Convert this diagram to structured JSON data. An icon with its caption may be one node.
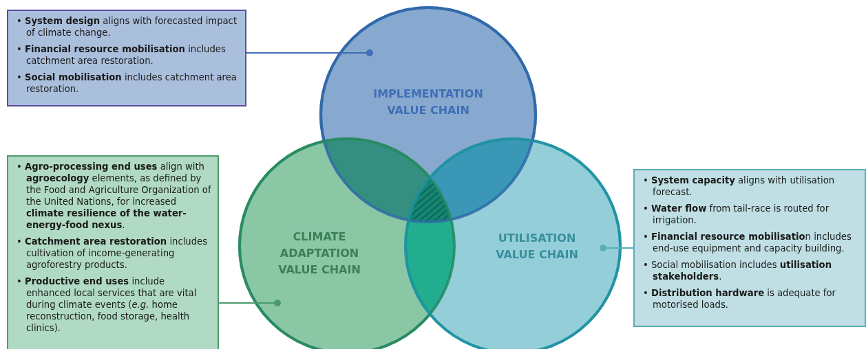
{
  "diagram": {
    "nodes": [
      {
        "text": [
          "IMPLEMENTATION VALUE CHAIN"
        ]
      },
      {
        "text": [
          "CLIMATE ADAPTATION VALUE CHAIN"
        ]
      },
      {
        "text": [
          "UTILISATION VALUE CHAIN"
        ]
      },
      {
        "text": [
          "• **System design** aligns with forecasted impact of climate change.",
          "• **Financial resource mobilisation** includes catchment area restoration.",
          "• **Social mobilisation** includes catchment area restoration."
        ]
      },
      {
        "text": [
          "• **Agro-processing end uses** align with **agroecology** elements, as defined by the Food and Agriculture Organization of the United Nations, for increased **climate resilience of the water-energy-food nexus**.",
          "• **Catchment area restoration** includes cultivation of income-generating agroforestry products.",
          "• **Productive end uses** include enhanced local services that are vital during climate events (*e.g.* home reconstruction, food storage, health clinics)."
        ]
      },
      {
        "text": [
          "• **System capacity** aligns with utilisation forecast.",
          "• **Water flow** from tail-race is routed for irrigation.",
          "• **Financial resource mobilisatio**n includes end-use equipment and capacity building.",
          "• Social mobilisation includes **utilisation stakeholders**.",
          "• **Distribution hardware** is adequate for motorised loads."
        ]
      }
    ],
    "edges": [
      {
        "from": 3,
        "to": 0,
        "arrow": "other"
      },
      {
        "from": 4,
        "to": 1,
        "arrow": "other"
      },
      {
        "from": 5,
        "to": 2,
        "arrow": "other"
      }
    ]
  }
}
